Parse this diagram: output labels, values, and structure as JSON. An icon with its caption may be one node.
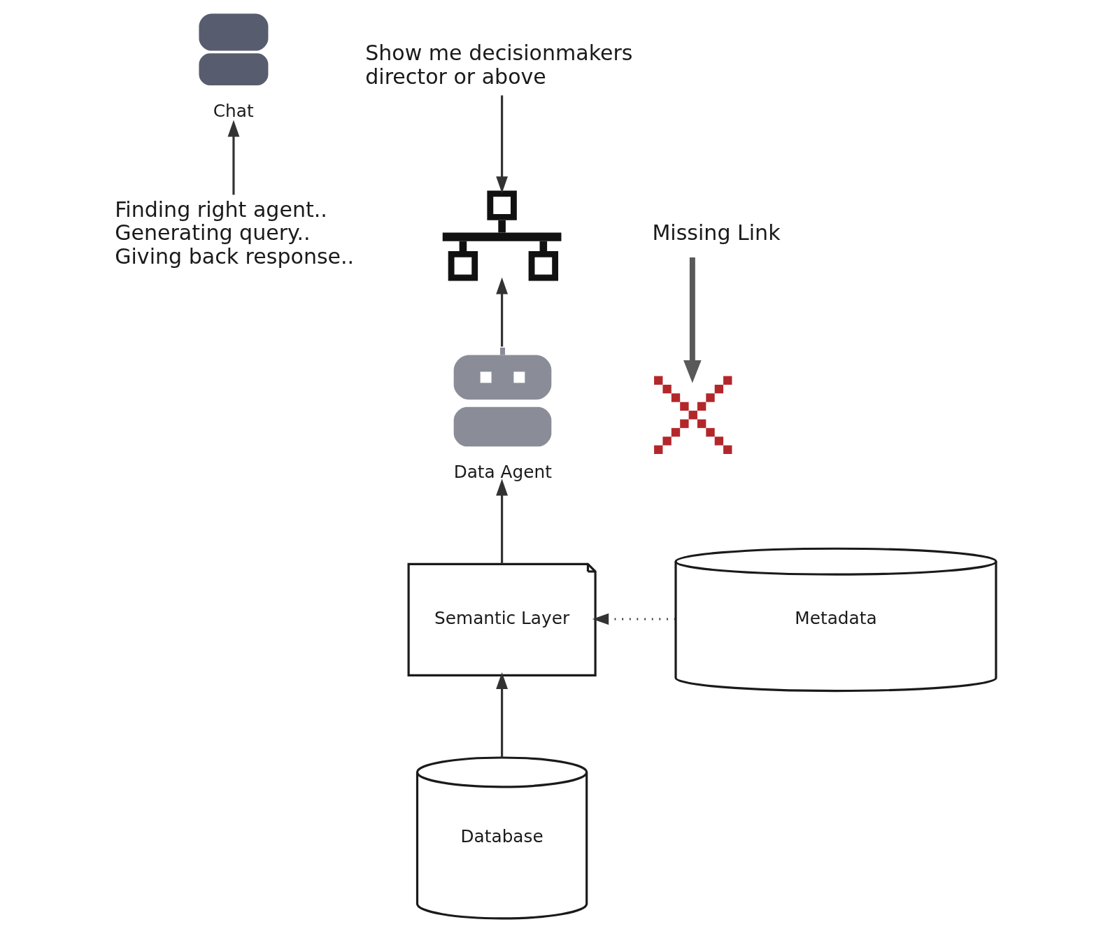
{
  "diagram": {
    "nodes": [
      {
        "text": [
          "Chat"
        ]
      },
      {
        "text": [
          "Show me decisionmakers director or above"
        ]
      },
      {
        "text": [
          "Finding right agent.. Generating query.. Giving back response.."
        ]
      },
      {
        "text": [],
        "shape": "picture"
      },
      {
        "text": [
          "Data Agent"
        ]
      },
      {
        "text": [
          "Missing Link"
        ]
      },
      {
        "text": [
          "Semantic Layer"
        ]
      },
      {
        "text": [],
        "shape": "cross"
      },
      {
        "text": [
          "Metadata"
        ]
      },
      {
        "text": [
          "Database"
        ]
      }
    ],
    "edges": [
      {
        "from": 2,
        "to": 0,
        "arrow": "to"
      },
      {
        "from": 1,
        "to": 3,
        "arrow": "to"
      },
      {
        "from": 4,
        "to": 3,
        "arrow": "to"
      },
      {
        "from": 5,
        "to": 7,
        "arrow": "to",
        "style": "thick",
        "color": "#595959"
      },
      {
        "from": 6,
        "to": 4,
        "arrow": "to"
      },
      {
        "from": 8,
        "to": 6,
        "arrow": "to",
        "style": "dashed"
      },
      {
        "from": 9,
        "to": 6,
        "arrow": "to"
      }
    ]
  }
}
